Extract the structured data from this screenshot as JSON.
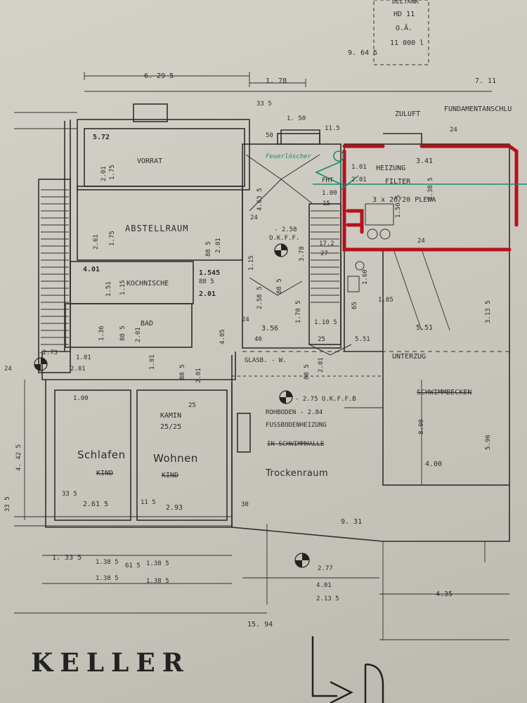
{
  "sheet": {
    "title": "KELLER",
    "corner_note": [
      "DELTANK",
      "HD 11",
      "O.Ä.",
      "11 000 l"
    ]
  },
  "rooms": {
    "vorrat": "VORRAT",
    "abstellraum": "ABSTELLRAUM",
    "kochnische": "KOCHNISCHE",
    "bad": "BAD",
    "schlafen": "Schlafen",
    "schlafen_crossed": "KIND",
    "wohnen": "Wohnen",
    "wohnen_crossed": "KIND",
    "kamin": "KAMIN",
    "kamin_size": "25/25",
    "trockenraum": "Trockenraum",
    "heizung": "HEIZUNG",
    "filter": "FILTER",
    "plewa": "3 x 20/20  PLEWA",
    "zuluft": "ZULUFT",
    "fundament": "FUNDAMENTANSCHLU",
    "unterzug": "UNTERZUG",
    "schwimmbecken": "SCHWIMMBECKEN",
    "glasb": "GLASB. - W.",
    "rohboden": "ROHBODEN  - 2.84",
    "fussbodenheizung": "FUSSBODENHEIZUNG",
    "in_schwimmhalle": "IN  SCHWIMMHALLE",
    "okff_center": "- 2.75  O.K.F.F.B",
    "okff_stair": "- 2.58",
    "okff_stair_b": "O.K.F.F.",
    "marker_left": "-2.73",
    "marker_bottom": "2.77",
    "green_note": "Feuerlöscher",
    "fht": "FHT"
  },
  "dimensions": [
    "6. 29 5",
    "1. 78",
    "33 5",
    "1. 50",
    "11.5",
    "50",
    "9. 64 5",
    "7. 11",
    "5.72",
    "2.01",
    "1.75",
    "2.61",
    "1.75",
    "4.01",
    "1.545",
    "88 5",
    "2.01",
    "88 5",
    "2.01",
    "1.51",
    "1.15",
    "1.36",
    "88 5",
    "2.01",
    "4.63 5",
    "24",
    "1.15",
    "3.78",
    "2.58 5",
    "88 5",
    "1.70 5",
    "3.56",
    "1.10 5",
    "1.00",
    "17.2",
    "27",
    "15",
    "3.41",
    "3.38 5",
    "1.01",
    "2.01",
    "1.50 5",
    "24",
    "1.60",
    "1.85",
    "5.51",
    "5.51",
    "3.13 5",
    "8.00",
    "5.96",
    "4.00",
    "9. 31",
    "4.35",
    "4.01",
    "2.13 5",
    "15. 94",
    "4.05",
    "40",
    "25",
    "24",
    "88 5",
    "2.01",
    "1.01",
    "2.01",
    "1.01",
    "1.00",
    "24",
    "4. 42 5",
    "33 5",
    "2.61 5",
    "11 5",
    "2.93",
    "30",
    "1. 33 5",
    "1.38 5",
    "1.38 5",
    "61 5",
    "1.38 5",
    "1.38 5",
    "88 5",
    "2.01",
    "25",
    "33 5",
    "24",
    "65"
  ]
}
